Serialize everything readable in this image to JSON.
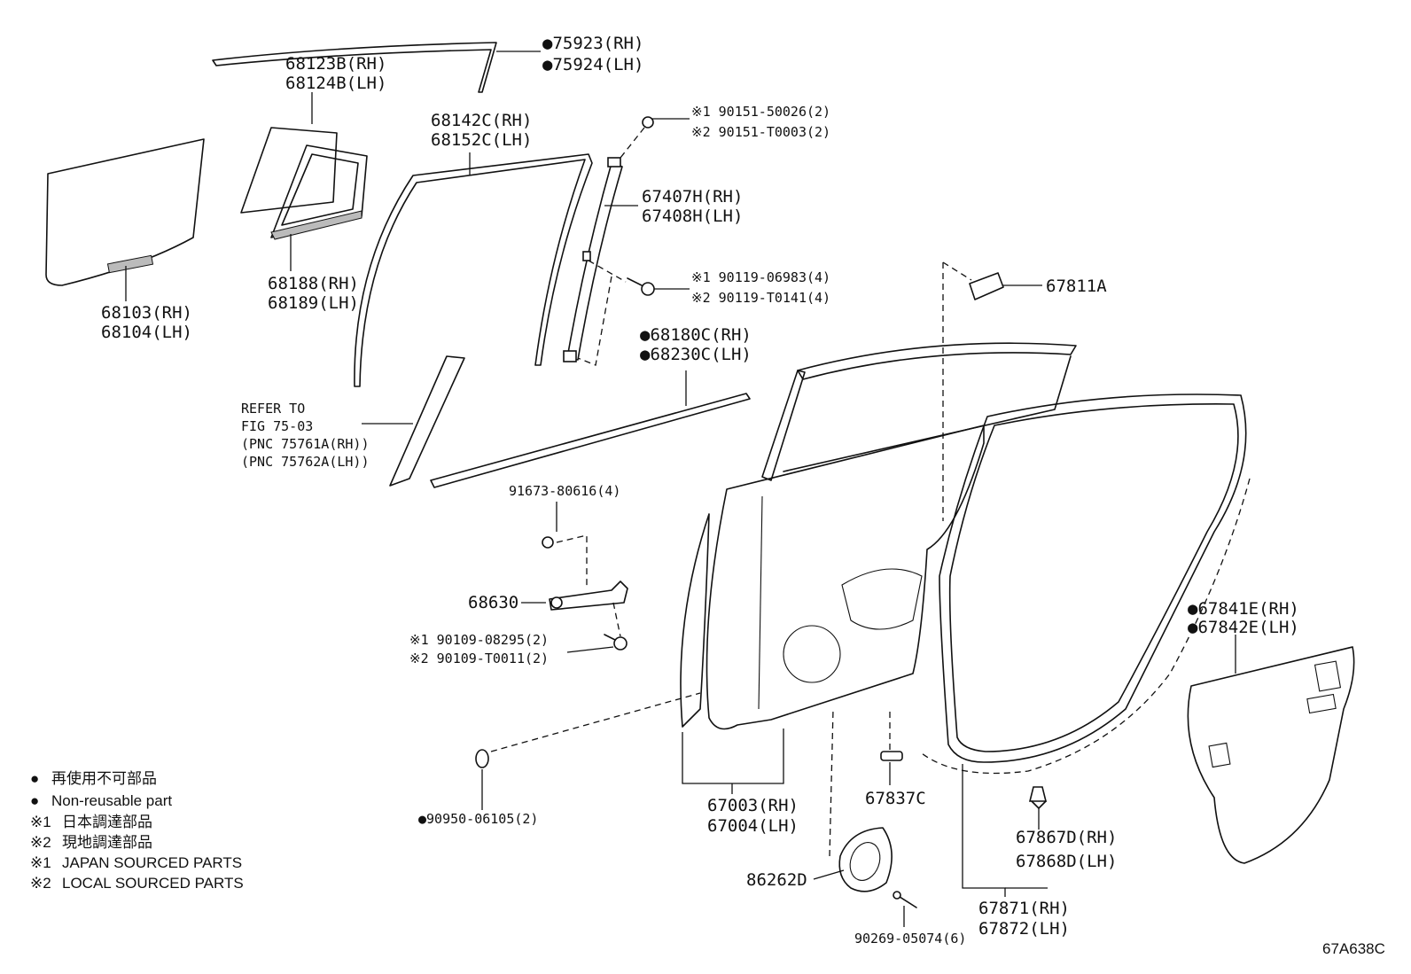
{
  "diagram_id": "67A638C",
  "legend": {
    "bullet_symbol": "●",
    "ref1_symbol": "※1",
    "ref2_symbol": "※2",
    "non_reusable_jp": "再使用不可部品",
    "non_reusable_en": "Non-reusable part",
    "japan_jp": "日本調達部品",
    "local_jp": "現地調達部品",
    "japan_en": "JAPAN SOURCED PARTS",
    "local_en": "LOCAL SOURCED PARTS"
  },
  "callouts": {
    "p75923": "●75923(RH)",
    "p75924": "●75924(LH)",
    "p68123B": "68123B(RH)",
    "p68124B": "68124B(LH)",
    "p68142C": "68142C(RH)",
    "p68152C": "68152C(LH)",
    "p90151_50026": "※1 90151-50026(2)",
    "p90151_T0003": "※2 90151-T0003(2)",
    "p67407H": "67407H(RH)",
    "p67408H": "67408H(LH)",
    "p68103": "68103(RH)",
    "p68104": "68104(LH)",
    "p68188": "68188(RH)",
    "p68189": "68189(LH)",
    "p90119_06983": "※1 90119-06983(4)",
    "p90119_T0141": "※2 90119-T0141(4)",
    "p67811A": "67811A",
    "p68180C": "●68180C(RH)",
    "p68230C": "●68230C(LH)",
    "refer_line1": "REFER TO",
    "refer_line2": "FIG 75-03",
    "refer_line3": "(PNC 75761A(RH))",
    "refer_line4": "(PNC 75762A(LH))",
    "p91673": "91673-80616(4)",
    "p68630": "68630",
    "p90109_08295": "※1 90109-08295(2)",
    "p90109_T0011": "※2 90109-T0011(2)",
    "p67841E": "●67841E(RH)",
    "p67842E": "●67842E(LH)",
    "p90950": "●90950-06105(2)",
    "p67003": "67003(RH)",
    "p67004": "67004(LH)",
    "p67837C": "67837C",
    "p67867D": "67867D(RH)",
    "p67868D": "67868D(LH)",
    "p86262D": "86262D",
    "p67871": "67871(RH)",
    "p67872": "67872(LH)",
    "p90269": "90269-05074(6)"
  }
}
